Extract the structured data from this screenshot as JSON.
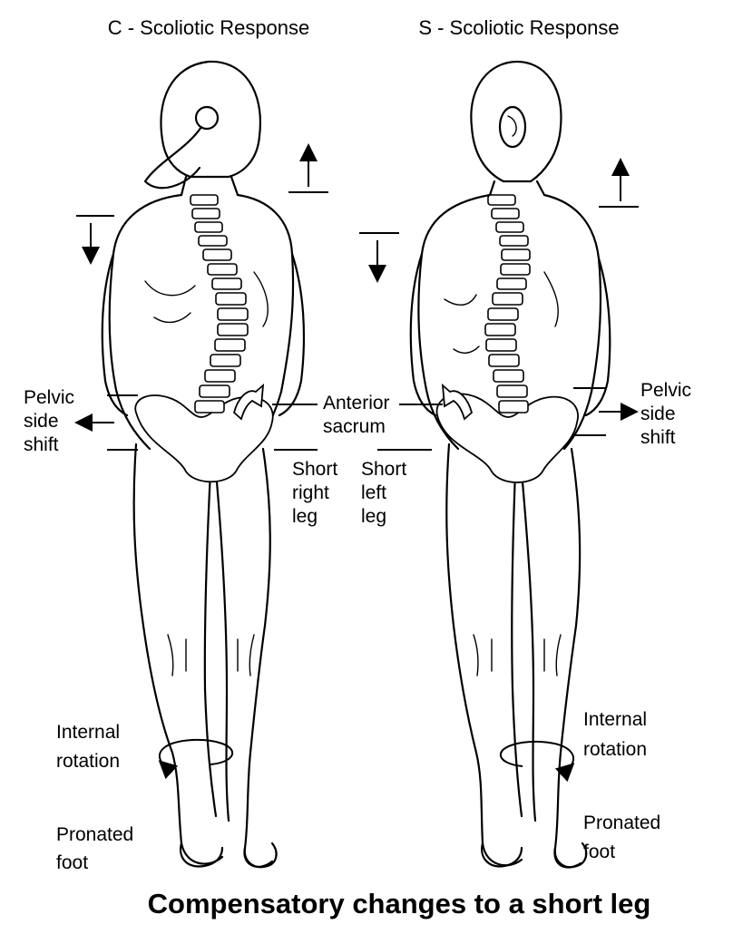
{
  "panels": [
    {
      "title": "C - Scoliotic Response",
      "labels": {
        "pelvic_side_shift": [
          "Pelvic",
          "side",
          "shift"
        ],
        "short_leg": [
          "Short",
          "right",
          "leg"
        ],
        "internal_rotation": [
          "Internal",
          "rotation"
        ],
        "pronated_foot": [
          "Pronated",
          "foot"
        ]
      }
    },
    {
      "title": "S - Scoliotic Response",
      "labels": {
        "pelvic_side_shift": [
          "Pelvic",
          "side",
          "shift"
        ],
        "short_leg": [
          "Short",
          "left",
          "leg"
        ],
        "internal_rotation": [
          "Internal",
          "rotation"
        ],
        "pronated_foot": [
          "Pronated",
          "foot"
        ]
      }
    }
  ],
  "shared_labels": {
    "anterior_sacrum": [
      "Anterior",
      "sacrum"
    ]
  },
  "caption": "Compensatory changes to a short leg"
}
